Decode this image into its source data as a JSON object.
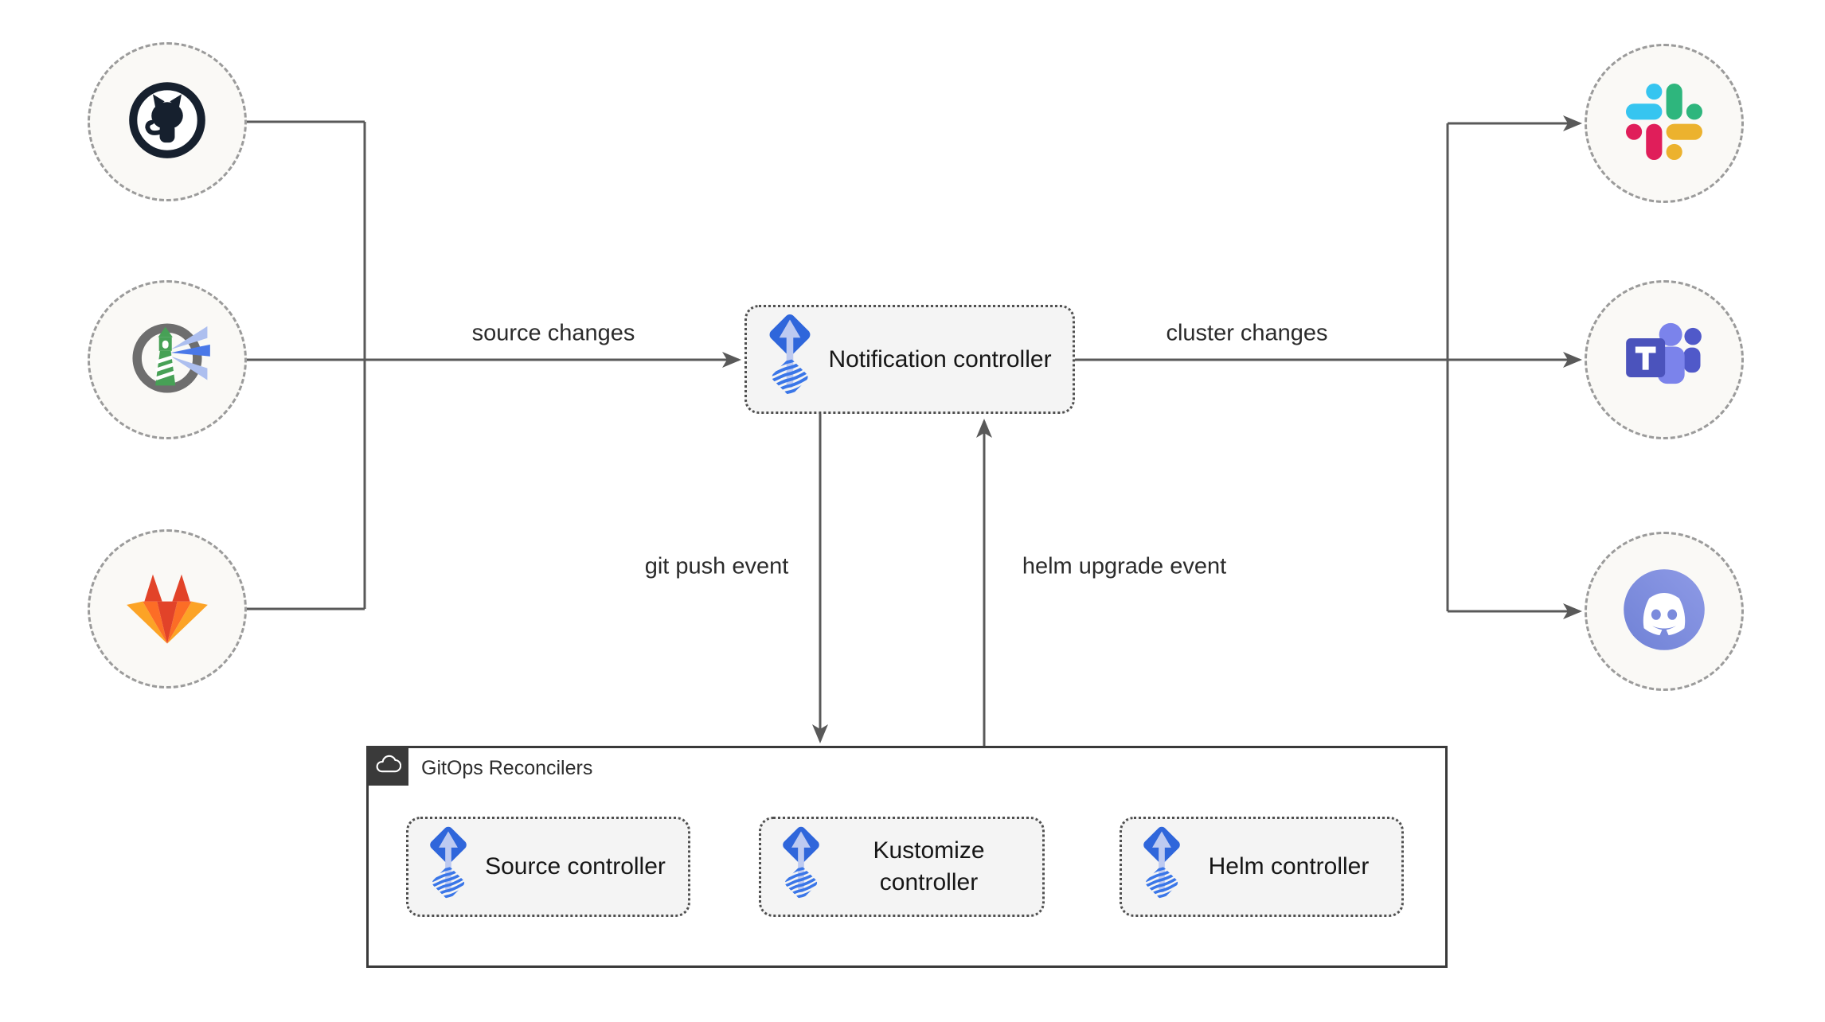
{
  "nodes": {
    "notification": {
      "label": "Notification controller",
      "icon": "flux-icon"
    }
  },
  "sources": [
    {
      "name": "github",
      "icon": "github-icon"
    },
    {
      "name": "harbor",
      "icon": "harbor-icon"
    },
    {
      "name": "gitlab",
      "icon": "gitlab-icon"
    }
  ],
  "targets": [
    {
      "name": "slack",
      "icon": "slack-icon"
    },
    {
      "name": "microsoft-teams",
      "icon": "microsoft-teams-icon"
    },
    {
      "name": "discord",
      "icon": "discord-icon"
    }
  ],
  "edges": {
    "source_changes": "source changes",
    "cluster_changes": "cluster changes",
    "git_push_event": "git push event",
    "helm_upgrade_event": "helm upgrade event"
  },
  "reconcilers": {
    "label": "GitOps Reconcilers",
    "icon": "cloud-icon",
    "items": [
      {
        "label": "Source controller"
      },
      {
        "label": "Kustomize controller"
      },
      {
        "label": "Helm controller"
      }
    ]
  },
  "colors": {
    "flux_blue": "#2f66db",
    "flux_wave_blue": "#3a76e8",
    "flux_arrow_light": "#bdcaf1",
    "connector_gray": "#595959",
    "box_fill": "#f4f4f4",
    "circle_fill": "#faf9f6",
    "container_border": "#3a3a3a",
    "slack_blue": "#36C5F0",
    "slack_green": "#2EB67D",
    "slack_red": "#E01E5A",
    "slack_yellow": "#ECB22E",
    "gitlab_red": "#e24329",
    "gitlab_orange": "#fc6d26",
    "gitlab_yellow": "#fca326",
    "teams_purple": "#4b53bc",
    "discord_blurple": "#7b8bdc",
    "harbor_green": "#47a156"
  }
}
